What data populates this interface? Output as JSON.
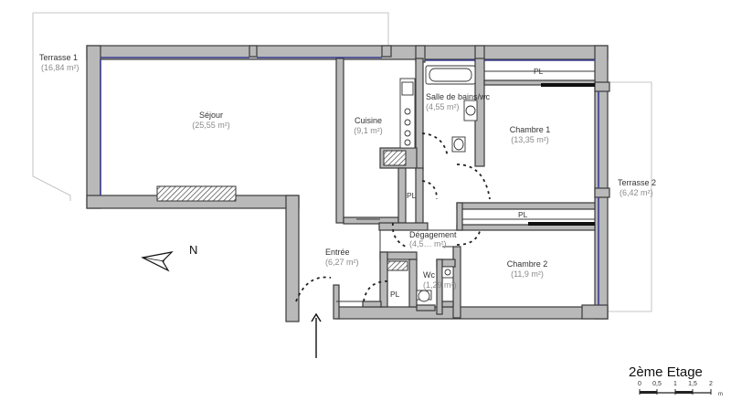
{
  "plan": {
    "level": "2ème Etage",
    "north": "N",
    "scale": {
      "ticks": [
        "0",
        "0,5",
        "1",
        "1,5",
        "2"
      ],
      "unit": "m"
    },
    "rooms": {
      "terrasse1": {
        "name": "Terrasse 1",
        "area": "(16,84 m²)"
      },
      "sejour": {
        "name": "Séjour",
        "area": "(25,55 m²)"
      },
      "cuisine": {
        "name": "Cuisine",
        "area": "(9,1 m²)"
      },
      "sdb": {
        "name": "Salle de bains/wc",
        "area": "(4,55 m²)"
      },
      "chambre1": {
        "name": "Chambre 1",
        "area": "(13,35 m²)"
      },
      "terrasse2": {
        "name": "Terrasse 2",
        "area": "(6,42 m²)"
      },
      "degagement": {
        "name": "Dégagement",
        "area": "(4,5… m²)"
      },
      "entree": {
        "name": "Entrée",
        "area": "(6,27 m²)"
      },
      "wc": {
        "name": "Wc",
        "area": "(1,29 m²)"
      },
      "chambre2": {
        "name": "Chambre 2",
        "area": "(11,9 m²)"
      }
    },
    "closets": {
      "chambre1": "PL",
      "chambre2": "PL",
      "kitchen": "PL",
      "entrance": "PL"
    }
  }
}
